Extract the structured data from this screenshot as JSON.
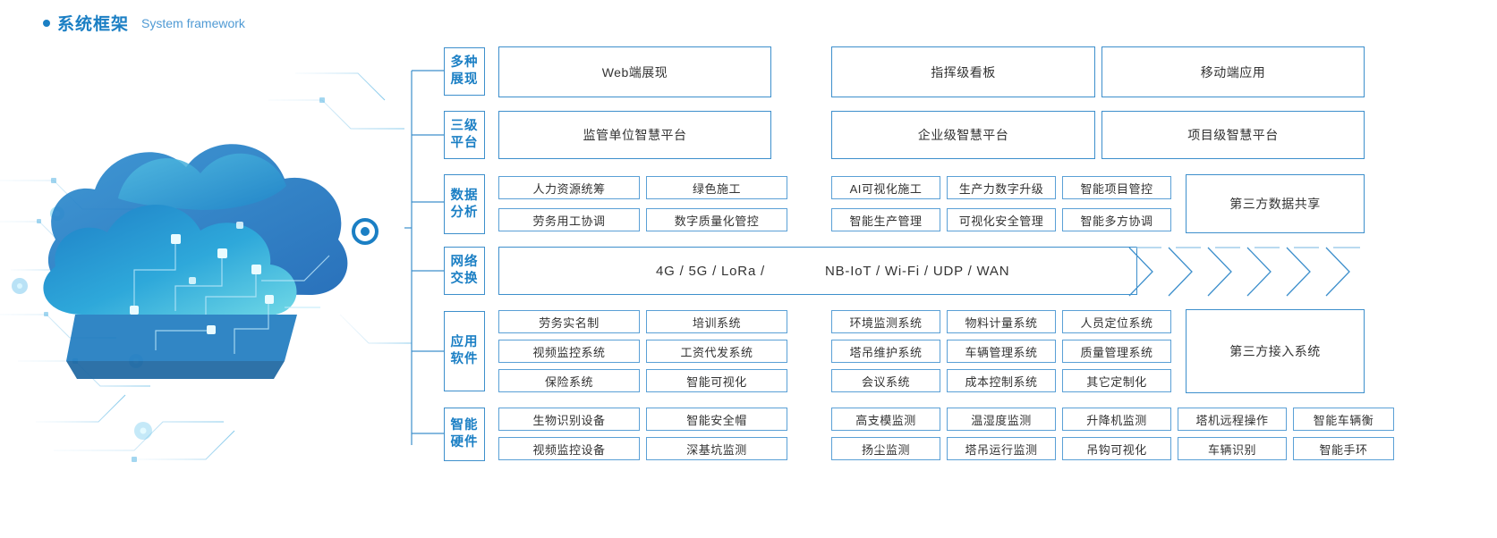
{
  "header": {
    "title_zh": "系统框架",
    "title_en": "System framework",
    "bullet_icon": "bullet-dot-icon",
    "accent_color": "#1b7fc4"
  },
  "artwork": {
    "name": "cloud-network-illustration",
    "colors": [
      "#1b6fbf",
      "#2f9fd8",
      "#6fd2e8",
      "#eaf4fb"
    ]
  },
  "diagram": {
    "rows": [
      {
        "id": "presentation",
        "label_lines": [
          "多种",
          "展现"
        ],
        "groups": [
          {
            "id": "left",
            "type": "wide",
            "items": [
              "Web端展现"
            ]
          },
          {
            "id": "middle",
            "type": "wide",
            "items": [
              "指挥级看板"
            ]
          },
          {
            "id": "right",
            "type": "wide",
            "items": [
              "移动端应用"
            ]
          }
        ]
      },
      {
        "id": "platform",
        "label_lines": [
          "三级",
          "平台"
        ],
        "groups": [
          {
            "id": "left",
            "type": "wide",
            "items": [
              "监管单位智慧平台"
            ]
          },
          {
            "id": "middle",
            "type": "wide",
            "items": [
              "企业级智慧平台"
            ]
          },
          {
            "id": "right",
            "type": "wide",
            "items": [
              "项目级智慧平台"
            ]
          }
        ]
      },
      {
        "id": "data-analysis",
        "label_lines": [
          "数据",
          "分析"
        ],
        "left_grid": [
          [
            "人力资源统筹",
            "绿色施工"
          ],
          [
            "劳务用工协调",
            "数字质量化管控"
          ]
        ],
        "right_grid": [
          [
            "AI可视化施工",
            "生产力数字升级",
            "智能项目管控"
          ],
          [
            "智能生产管理",
            "可视化安全管理",
            "智能多方协调"
          ]
        ],
        "aside": "第三方数据共享"
      },
      {
        "id": "network-exchange",
        "label_lines": [
          "网络",
          "交换"
        ],
        "bar_text_left": "4G / 5G / LoRa /",
        "bar_text_right": "NB-IoT / Wi-Fi / UDP / WAN",
        "chevron_count": 6
      },
      {
        "id": "application-software",
        "label_lines": [
          "应用",
          "软件"
        ],
        "left_grid": [
          [
            "劳务实名制",
            "培训系统"
          ],
          [
            "视频监控系统",
            "工资代发系统"
          ],
          [
            "保险系统",
            "智能可视化"
          ]
        ],
        "right_grid": [
          [
            "环境监测系统",
            "物料计量系统",
            "人员定位系统"
          ],
          [
            "塔吊维护系统",
            "车辆管理系统",
            "质量管理系统"
          ],
          [
            "会议系统",
            "成本控制系统",
            "其它定制化"
          ]
        ],
        "aside": "第三方接入系统"
      },
      {
        "id": "smart-hardware",
        "label_lines": [
          "智能",
          "硬件"
        ],
        "left_grid": [
          [
            "生物识别设备",
            "智能安全帽"
          ],
          [
            "视频监控设备",
            "深基坑监测"
          ]
        ],
        "right_grid": [
          [
            "高支模监测",
            "温湿度监测",
            "升降机监测",
            "塔机远程操作",
            "智能车辆衡"
          ],
          [
            "扬尘监测",
            "塔吊运行监测",
            "吊钩可视化",
            "车辆识别",
            "智能手环"
          ]
        ]
      }
    ]
  }
}
